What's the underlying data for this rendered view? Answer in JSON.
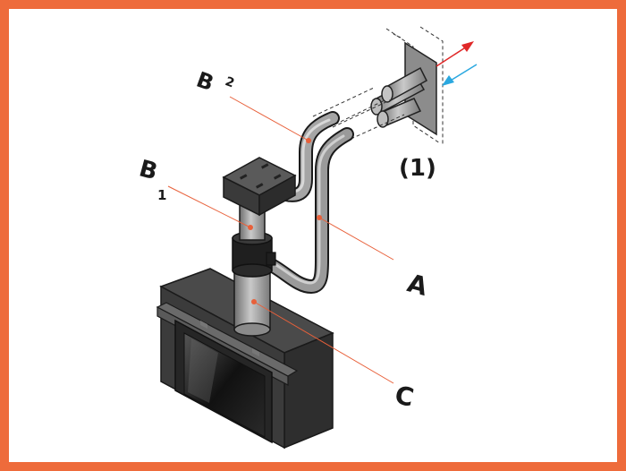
{
  "diagram": {
    "labels": {
      "a": "A",
      "b1": "B",
      "b1_sub": "1",
      "b2": "B",
      "b2_sub": "2",
      "c": "C",
      "wall_terminal": "(1)"
    },
    "colors": {
      "frame": "#EE6B3B",
      "leader_line": "#E8603A",
      "arrow_out": "#E02828",
      "arrow_in": "#2AA8E0",
      "pipe_grey": "#8f8f8f",
      "stove_body": "#3a3a3a"
    }
  }
}
